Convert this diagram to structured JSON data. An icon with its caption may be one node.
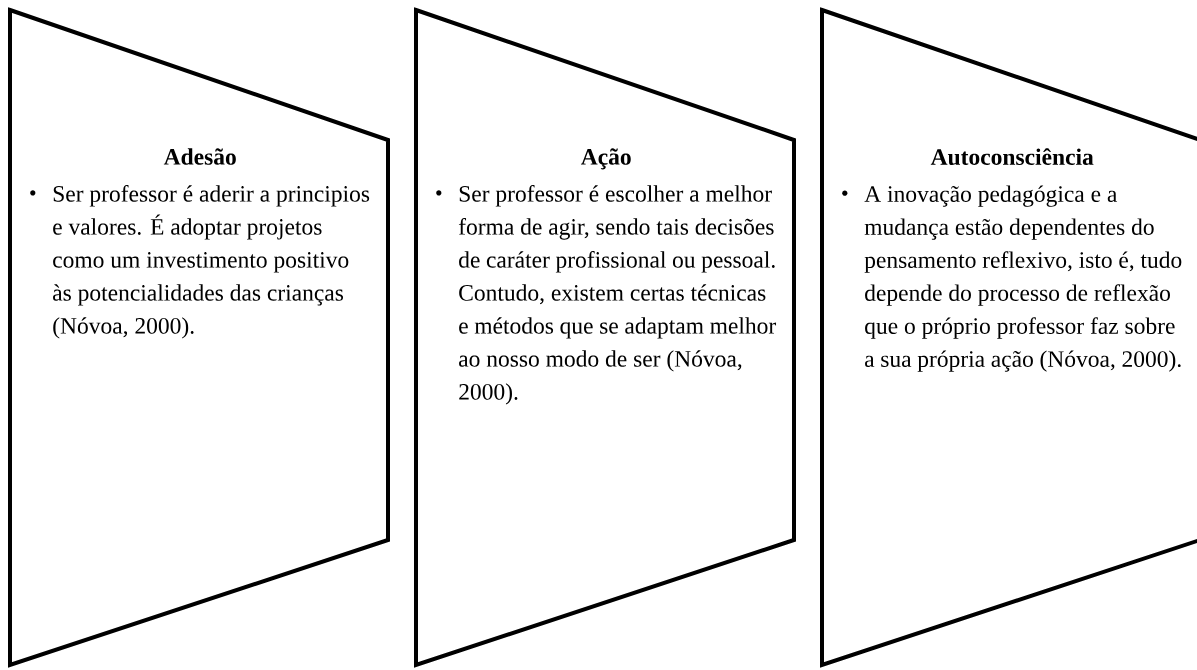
{
  "diagram": {
    "nodes": [
      {
        "text": [
          "Adesão",
          "Ser professor é aderir a principios e valores. É adoptar projetos como um investimento positivo às potencialidades das crianças (Nóvoa, 2000)."
        ]
      },
      {
        "text": [
          "Ação",
          "Ser professor é escolher a melhor forma de agir, sendo tais decisões de caráter profissional ou pessoal. Contudo, existem certas técnicas e métodos que se adaptam melhor ao nosso modo de ser (Nóvoa, 2000)."
        ]
      },
      {
        "text": [
          "Autoconsciência",
          "A inovação pedagógica e a mudança estão dependentes do pensamento reflexivo, isto é, tudo depende do processo de reflexão que o próprio professor faz sobre a sua própria ação (Nóvoa, 2000)."
        ]
      }
    ]
  }
}
